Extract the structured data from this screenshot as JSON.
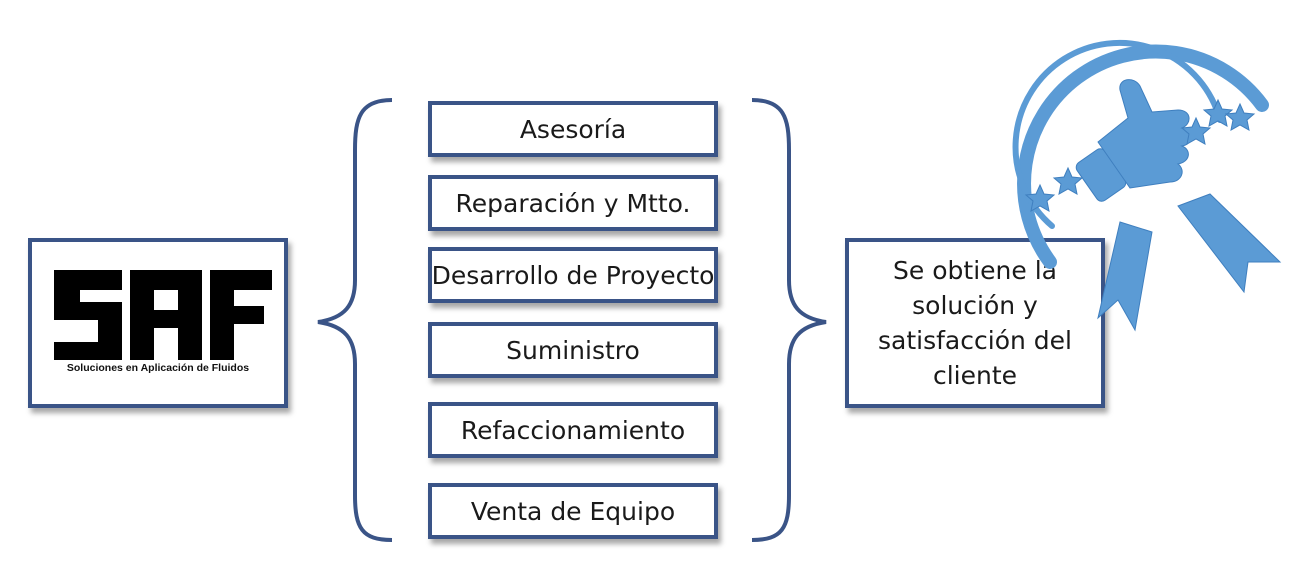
{
  "logo": {
    "wordmark": "SAF",
    "subtitle": "Soluciones en Aplicación de Fluidos"
  },
  "services": [
    "Asesoría",
    "Reparación y Mtto.",
    "Desarrollo de Proyecto",
    "Suministro",
    "Refaccionamiento",
    "Venta de Equipo"
  ],
  "result": {
    "text": "Se obtiene la solución y satisfacción del cliente"
  },
  "colors": {
    "border": "#3a5487",
    "badge_blue": "#5b9bd5",
    "logo_black": "#000000"
  },
  "icons": {
    "badge": "thumbs-up-badge-icon"
  }
}
